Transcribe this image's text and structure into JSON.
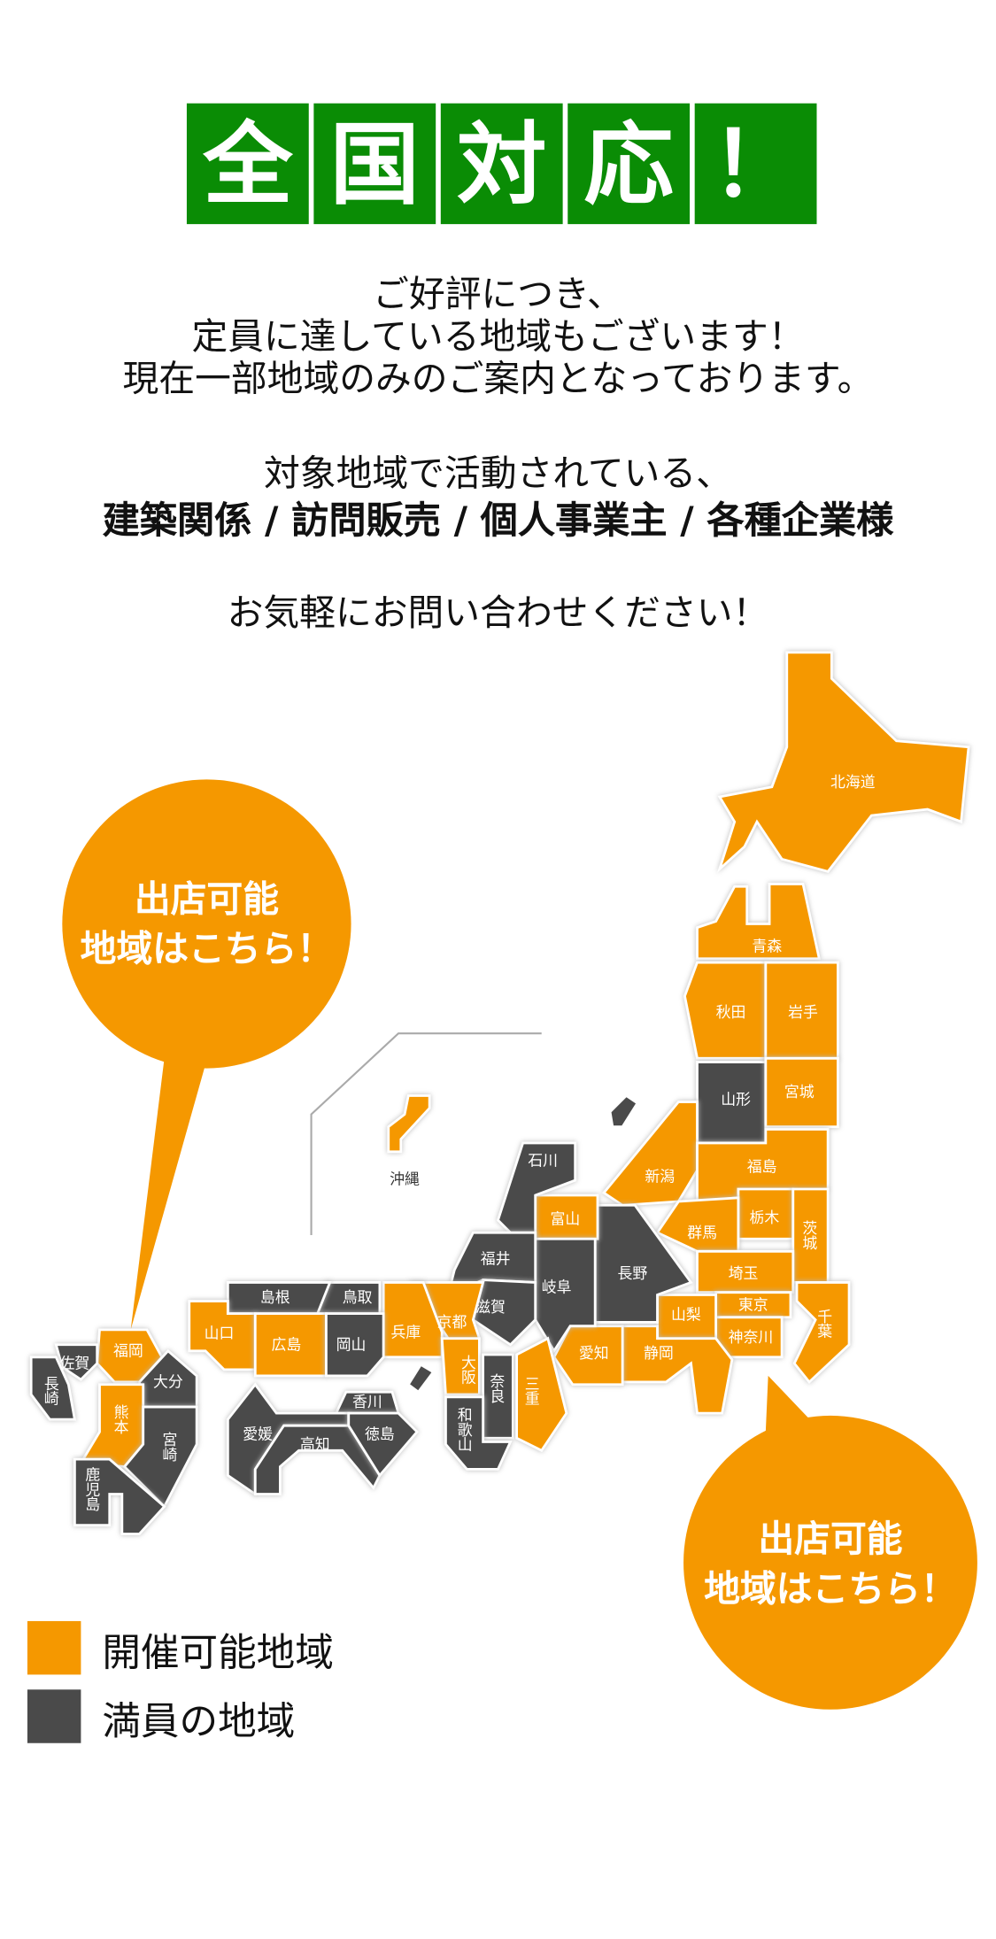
{
  "title": [
    "全",
    "国",
    "対",
    "応",
    "！"
  ],
  "intro": {
    "lines": [
      "ご好評につき、",
      "定員に達している地域もございます！",
      "現在一部地域のみのご案内となっております。"
    ],
    "target_line": "対象地域で活動されている、",
    "target_types": "建築関係 / 訪問販売 / 個人事業主 / 各種企業様",
    "cta": "お気軽にお問い合わせください！"
  },
  "bubbles": [
    {
      "line1": "出店可能",
      "line2": "地域はこちら！"
    },
    {
      "line1": "出店可能",
      "line2": "地域はこちら！"
    }
  ],
  "colors": {
    "available": "#f59800",
    "full": "#4a4a4a",
    "title_bg": "#0a8c05"
  },
  "legend": {
    "available": "開催可能地域",
    "full": "満員の地域"
  },
  "prefectures": [
    {
      "name": "北海道",
      "status": "available"
    },
    {
      "name": "青森",
      "status": "available"
    },
    {
      "name": "秋田",
      "status": "available"
    },
    {
      "name": "岩手",
      "status": "available"
    },
    {
      "name": "山形",
      "status": "full"
    },
    {
      "name": "宮城",
      "status": "available"
    },
    {
      "name": "新潟",
      "status": "available"
    },
    {
      "name": "福島",
      "status": "available"
    },
    {
      "name": "栃木",
      "status": "available"
    },
    {
      "name": "茨城",
      "status": "available"
    },
    {
      "name": "群馬",
      "status": "available"
    },
    {
      "name": "埼玉",
      "status": "available"
    },
    {
      "name": "千葉",
      "status": "available"
    },
    {
      "name": "東京",
      "status": "available"
    },
    {
      "name": "神奈川",
      "status": "available"
    },
    {
      "name": "山梨",
      "status": "available"
    },
    {
      "name": "静岡",
      "status": "available"
    },
    {
      "name": "愛知",
      "status": "available"
    },
    {
      "name": "長野",
      "status": "full"
    },
    {
      "name": "富山",
      "status": "available"
    },
    {
      "name": "石川",
      "status": "full"
    },
    {
      "name": "岐阜",
      "status": "full"
    },
    {
      "name": "福井",
      "status": "full"
    },
    {
      "name": "滋賀",
      "status": "full"
    },
    {
      "name": "京都",
      "status": "available"
    },
    {
      "name": "兵庫",
      "status": "available"
    },
    {
      "name": "大阪",
      "status": "available"
    },
    {
      "name": "奈良",
      "status": "full"
    },
    {
      "name": "三重",
      "status": "available"
    },
    {
      "name": "和歌山",
      "status": "full"
    },
    {
      "name": "鳥取",
      "status": "full"
    },
    {
      "name": "島根",
      "status": "full"
    },
    {
      "name": "山口",
      "status": "available"
    },
    {
      "name": "広島",
      "status": "available"
    },
    {
      "name": "岡山",
      "status": "full"
    },
    {
      "name": "香川",
      "status": "full"
    },
    {
      "name": "愛媛",
      "status": "full"
    },
    {
      "name": "高知",
      "status": "full"
    },
    {
      "name": "徳島",
      "status": "full"
    },
    {
      "name": "福岡",
      "status": "available"
    },
    {
      "name": "佐賀",
      "status": "full"
    },
    {
      "name": "長崎",
      "status": "full"
    },
    {
      "name": "大分",
      "status": "full"
    },
    {
      "name": "熊本",
      "status": "available"
    },
    {
      "name": "宮崎",
      "status": "full"
    },
    {
      "name": "鹿児島",
      "status": "full"
    },
    {
      "name": "沖縄",
      "status": "available"
    }
  ]
}
